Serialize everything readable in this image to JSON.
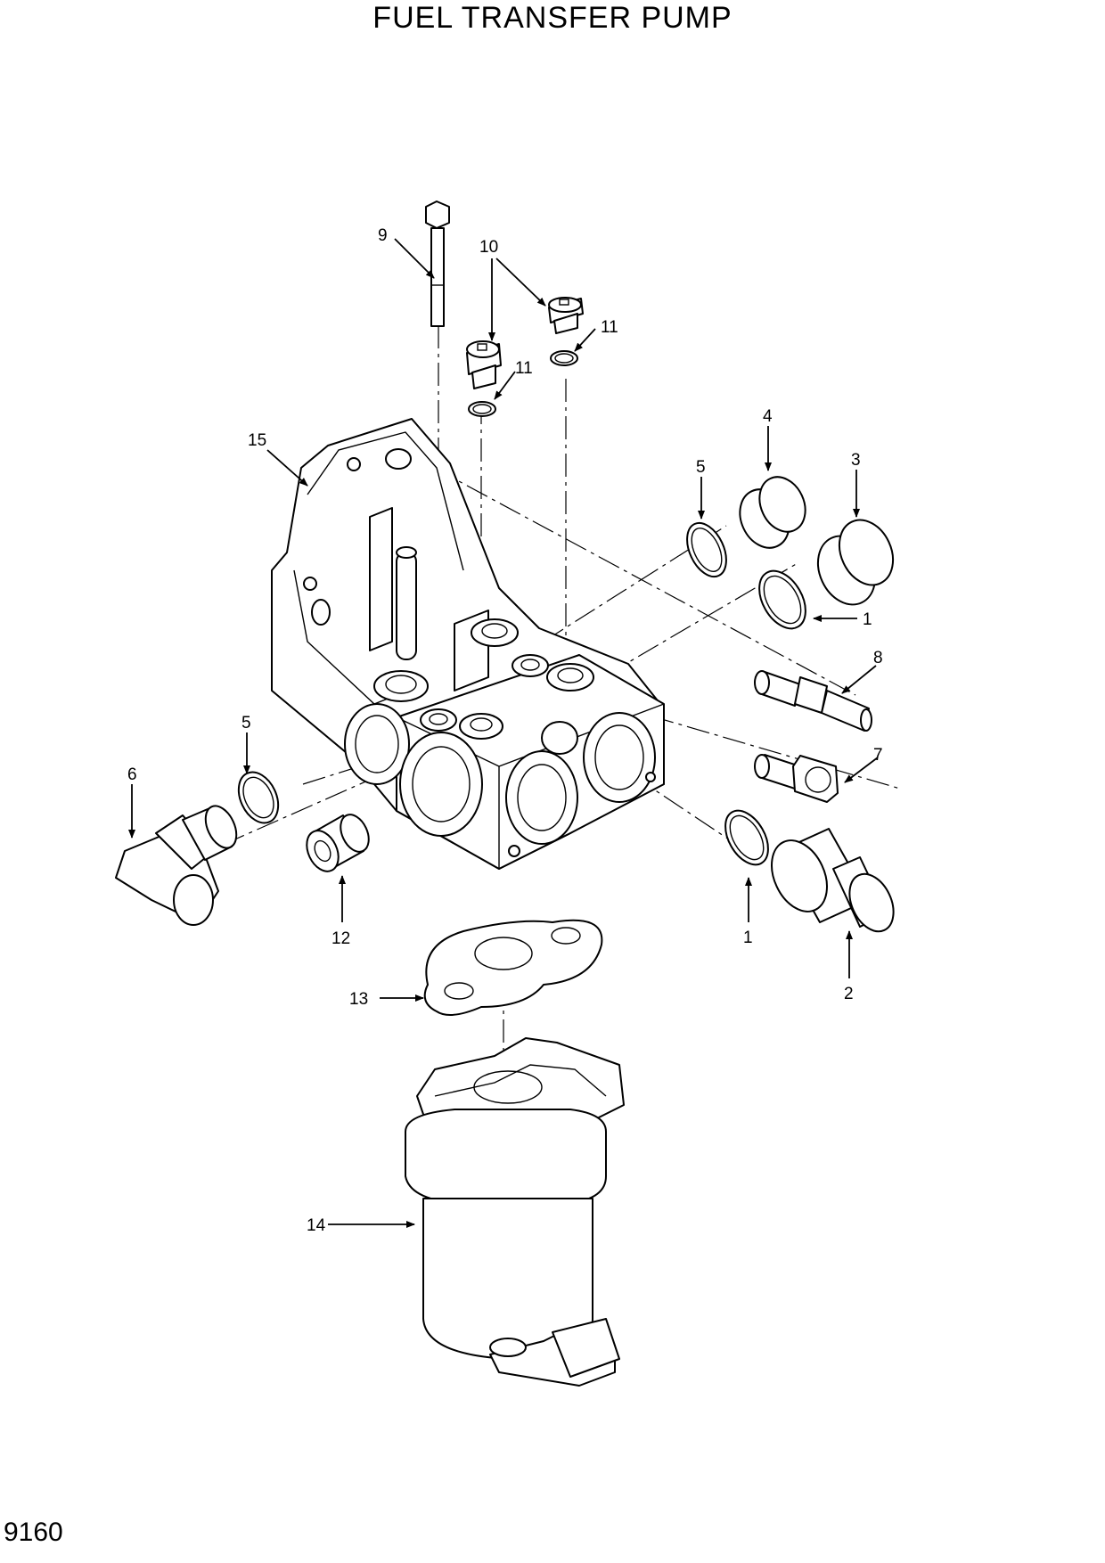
{
  "header": {
    "title": "FUEL TRANSFER PUMP"
  },
  "footer": {
    "page_number": "9160"
  },
  "callouts": {
    "c1a": "1",
    "c1b": "1",
    "c2": "2",
    "c3": "3",
    "c4": "4",
    "c5a": "5",
    "c5b": "5",
    "c6": "6",
    "c7": "7",
    "c8": "8",
    "c9": "9",
    "c10": "10",
    "c11a": "11",
    "c11b": "11",
    "c12": "12",
    "c13": "13",
    "c14": "14",
    "c15": "15"
  }
}
